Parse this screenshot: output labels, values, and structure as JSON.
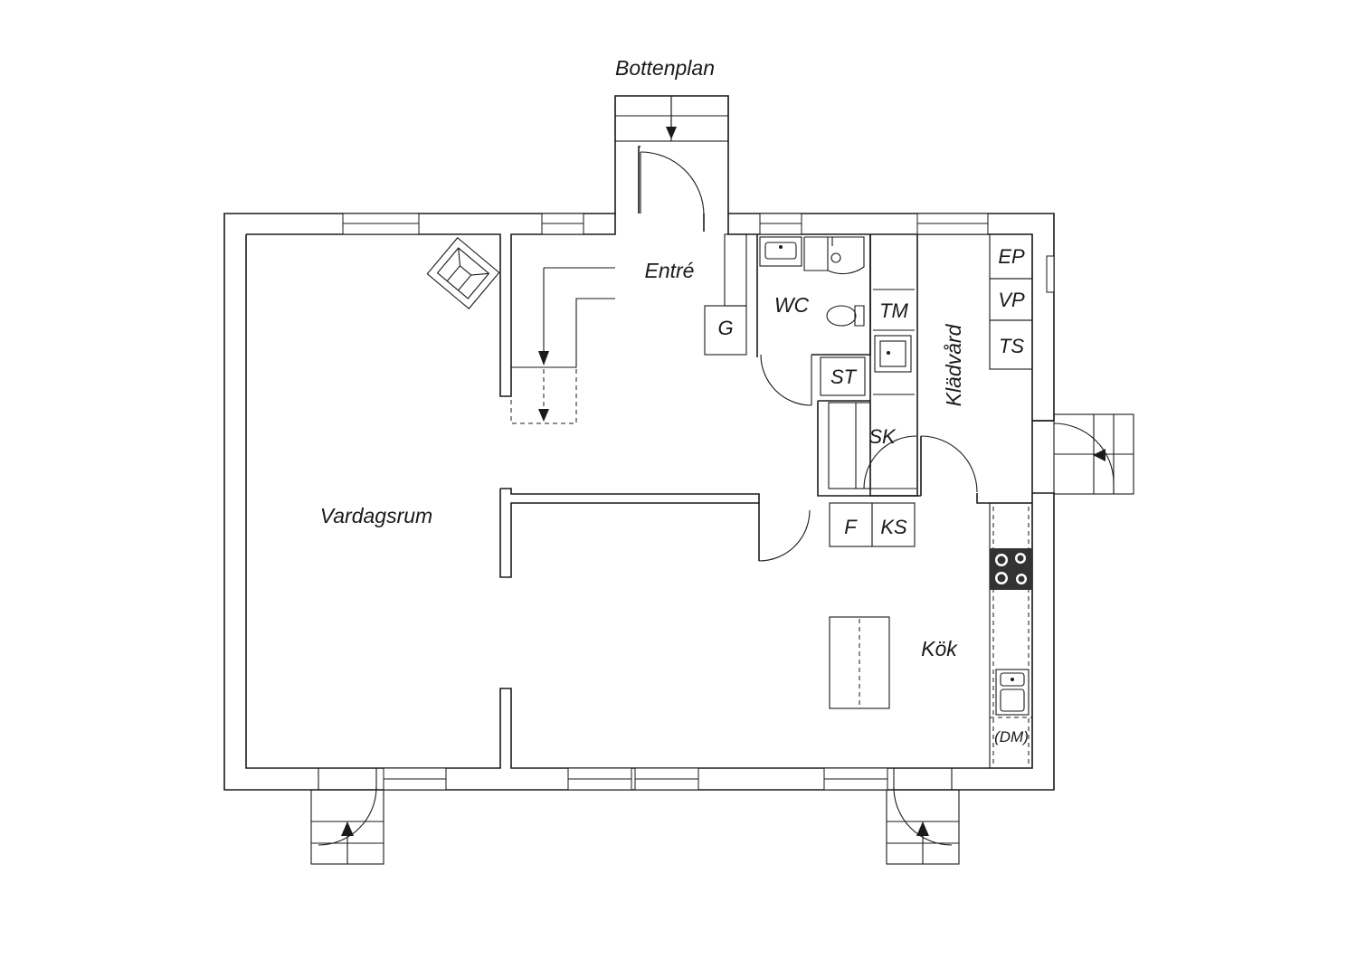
{
  "title": "Bottenplan",
  "rooms": {
    "living": "Vardagsrum",
    "entrance": "Entré",
    "wc": "WC",
    "laundry": "Klädvård",
    "kitchen": "Kök"
  },
  "fixtures": {
    "g": "G",
    "st": "ST",
    "tm": "TM",
    "sk": "SK",
    "f": "F",
    "ks": "KS",
    "ep": "EP",
    "vp": "VP",
    "ts": "TS",
    "dm": "(DM)"
  },
  "colors": {
    "line": "#1a1a1a",
    "background": "#ffffff",
    "hob": "#333333"
  }
}
